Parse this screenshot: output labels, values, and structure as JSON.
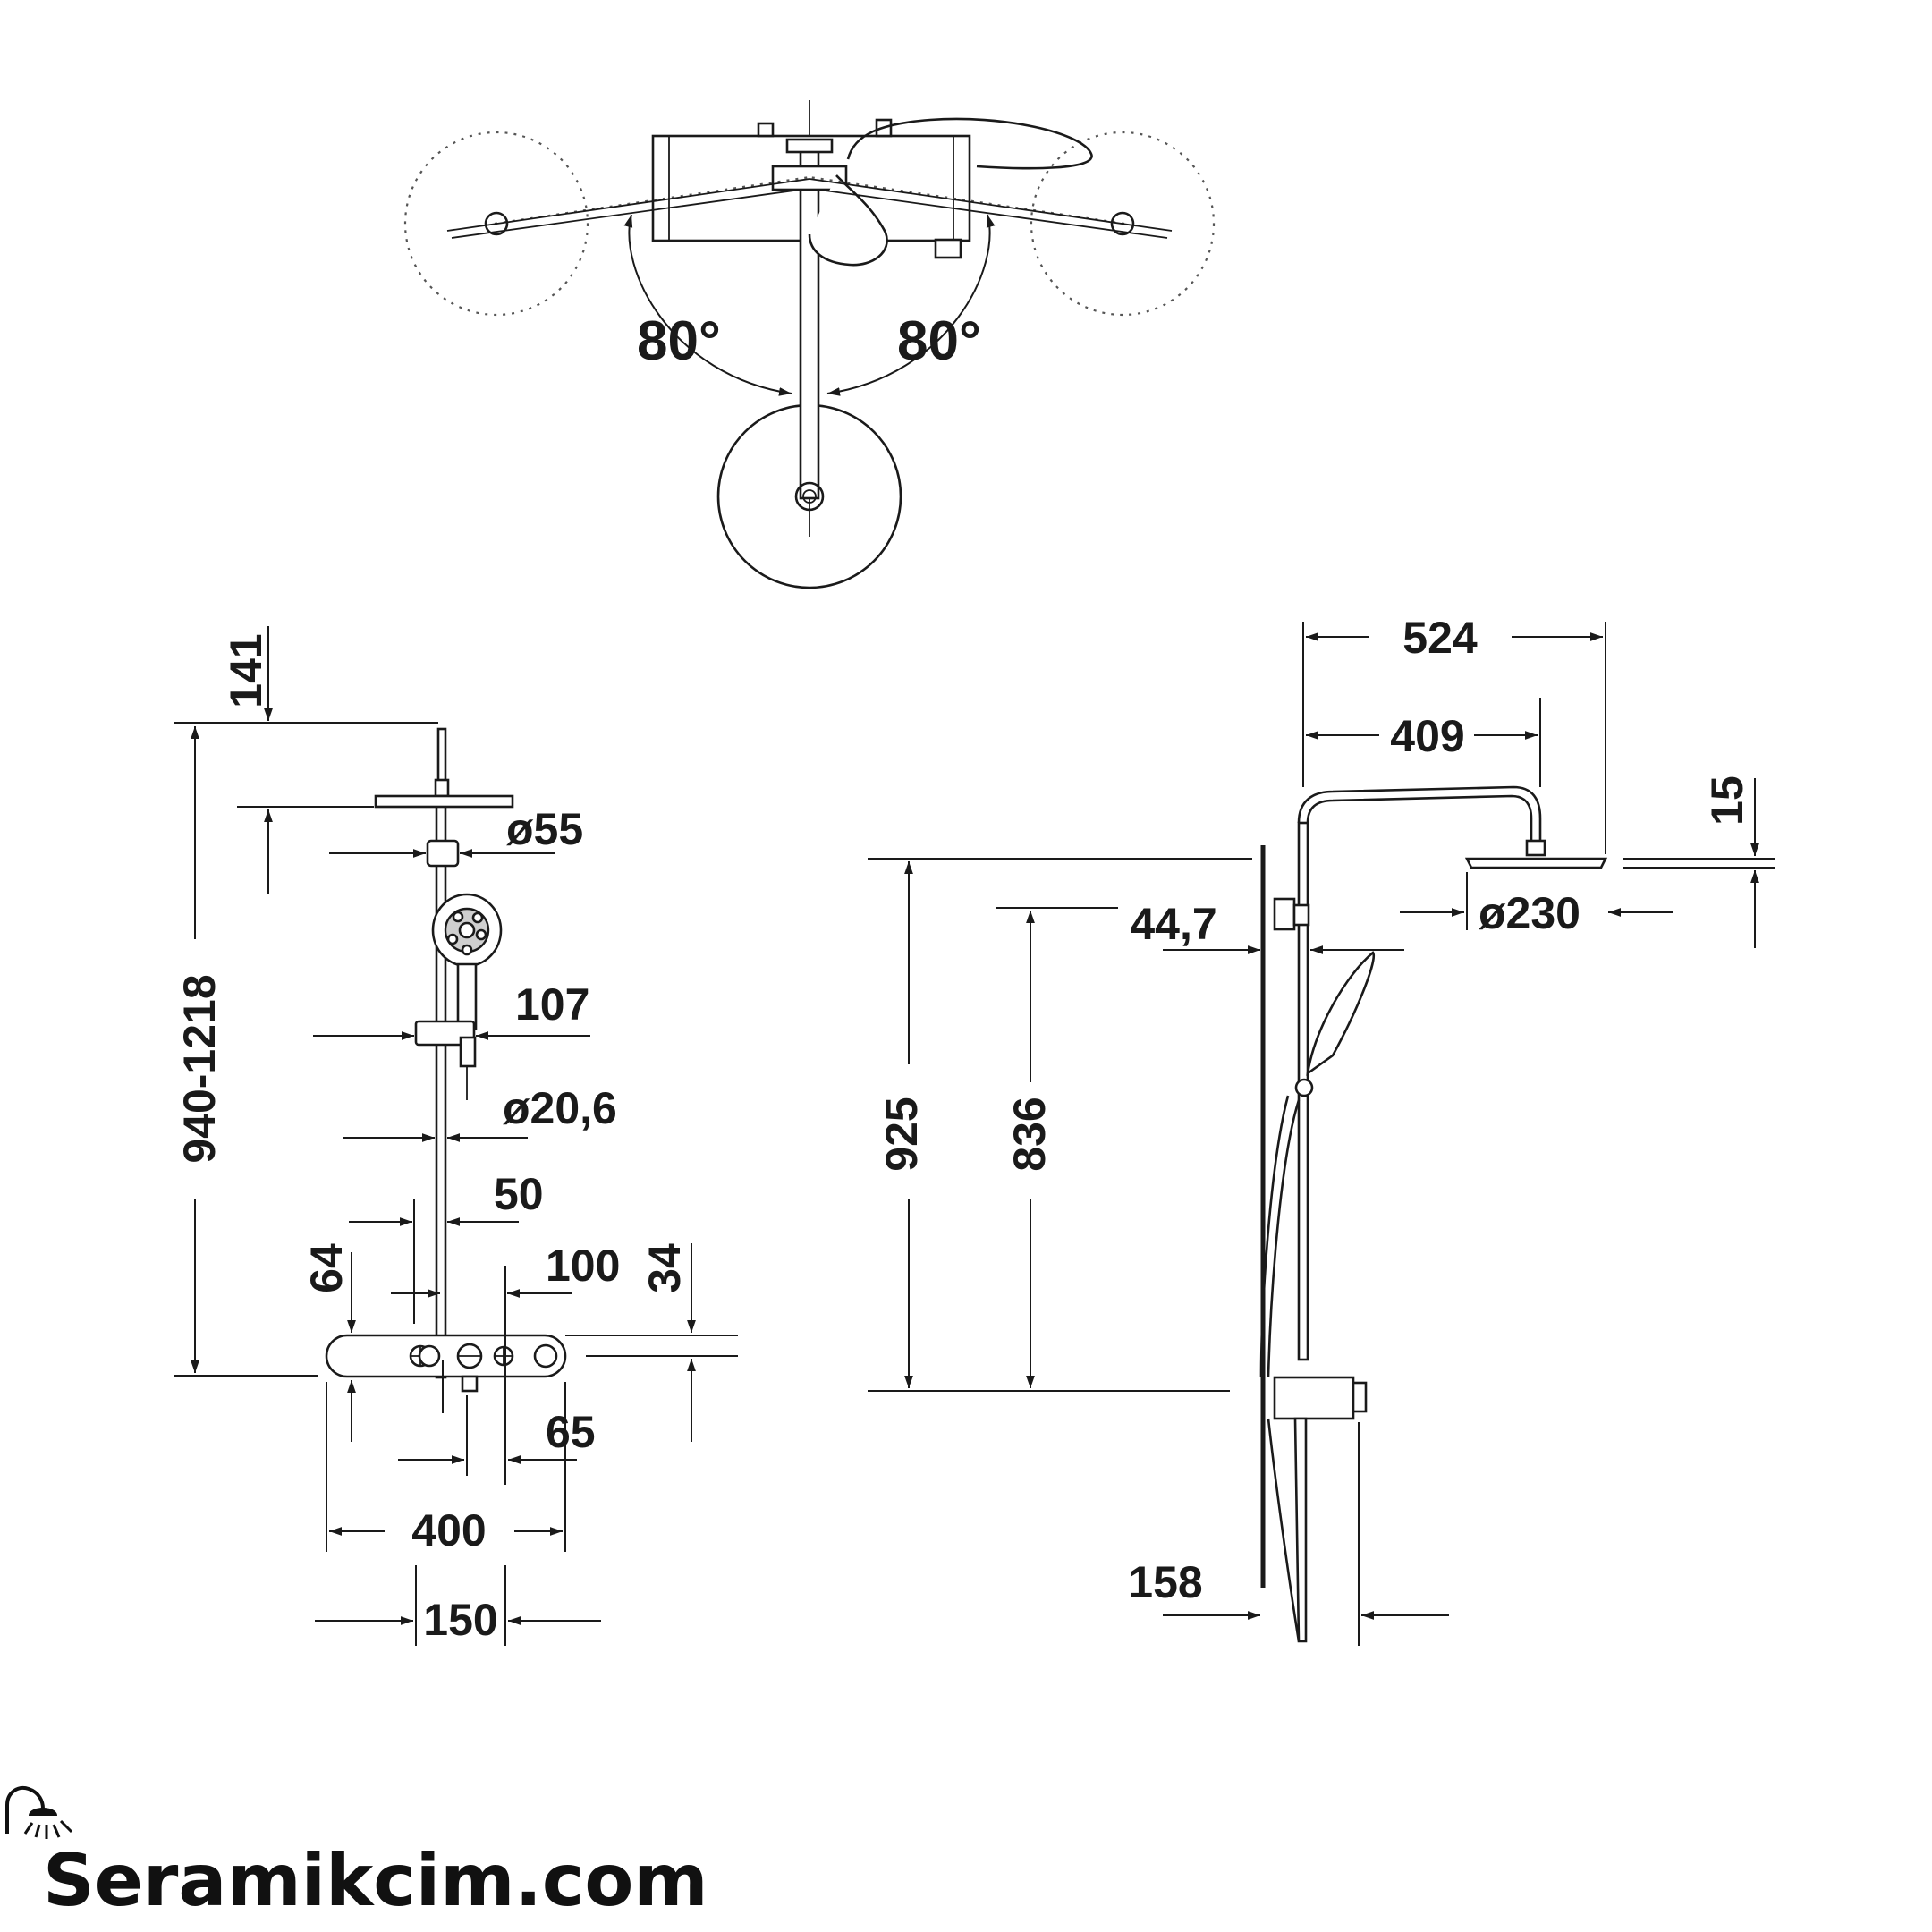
{
  "top_view": {
    "angle_left": "80°",
    "angle_right": "80°"
  },
  "front_view": {
    "dim_141": "141",
    "dim_height_range": "940-1218",
    "dim_d55": "ø55",
    "dim_107": "107",
    "dim_d20_6": "ø20,6",
    "dim_50": "50",
    "dim_64": "64",
    "dim_100": "100",
    "dim_34": "34",
    "dim_65": "65",
    "dim_400": "400",
    "dim_150": "150"
  },
  "side_view": {
    "dim_524": "524",
    "dim_409": "409",
    "dim_15": "15",
    "dim_44_7": "44,7",
    "dim_d230": "ø230",
    "dim_925": "925",
    "dim_836": "836",
    "dim_158": "158"
  },
  "watermark": {
    "text": "Seramikcim.com",
    "icon": "shower-head-icon"
  }
}
